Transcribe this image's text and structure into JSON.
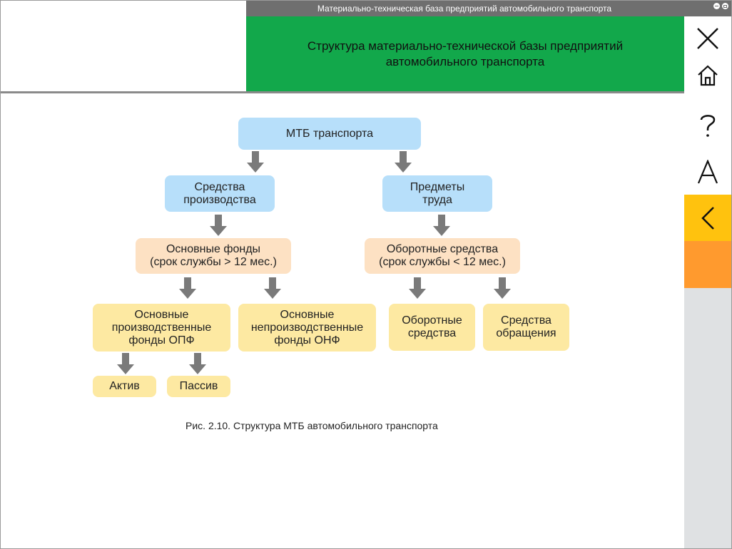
{
  "window": {
    "title": "Материально-техническая база предприятий автомобильного транспорта"
  },
  "header": {
    "title": "Структура материально-технической базы предприятий\nавтомобильного транспорта"
  },
  "sidebar": {
    "items": [
      {
        "name": "close",
        "icon": "close-icon"
      },
      {
        "name": "home",
        "icon": "home-icon"
      },
      {
        "name": "help",
        "icon": "question-icon"
      },
      {
        "name": "font",
        "icon": "font-icon"
      },
      {
        "name": "back",
        "icon": "chevron-left-icon"
      }
    ]
  },
  "diagram": {
    "root": "МТБ транспорта",
    "means_of_production": "Средства\nпроизводства",
    "objects_of_labor": "Предметы\nтруда",
    "fixed_assets": "Основные фонды\n(срок службы > 12 мес.)",
    "working_assets": "Оборотные средства\n(срок службы < 12 мес.)",
    "opf": "Основные\nпроизводственные\nфонды ОПФ",
    "onf": "Основные\nнепроизводственные\nфонды ОНФ",
    "working_funds": "Оборотные\nсредства",
    "circulation_funds": "Средства\nобращения",
    "active": "Актив",
    "passive": "Пассив"
  },
  "caption": "Рис. 2.10. Структура МТБ автомобильного транспорта",
  "colors": {
    "header_green": "#12a84b",
    "back_yellow": "#ffc20e",
    "accent_orange": "#ff9a2e",
    "box_blue": "#b7dffa",
    "box_peach": "#fde1c3",
    "box_yellow": "#fde9a2"
  }
}
